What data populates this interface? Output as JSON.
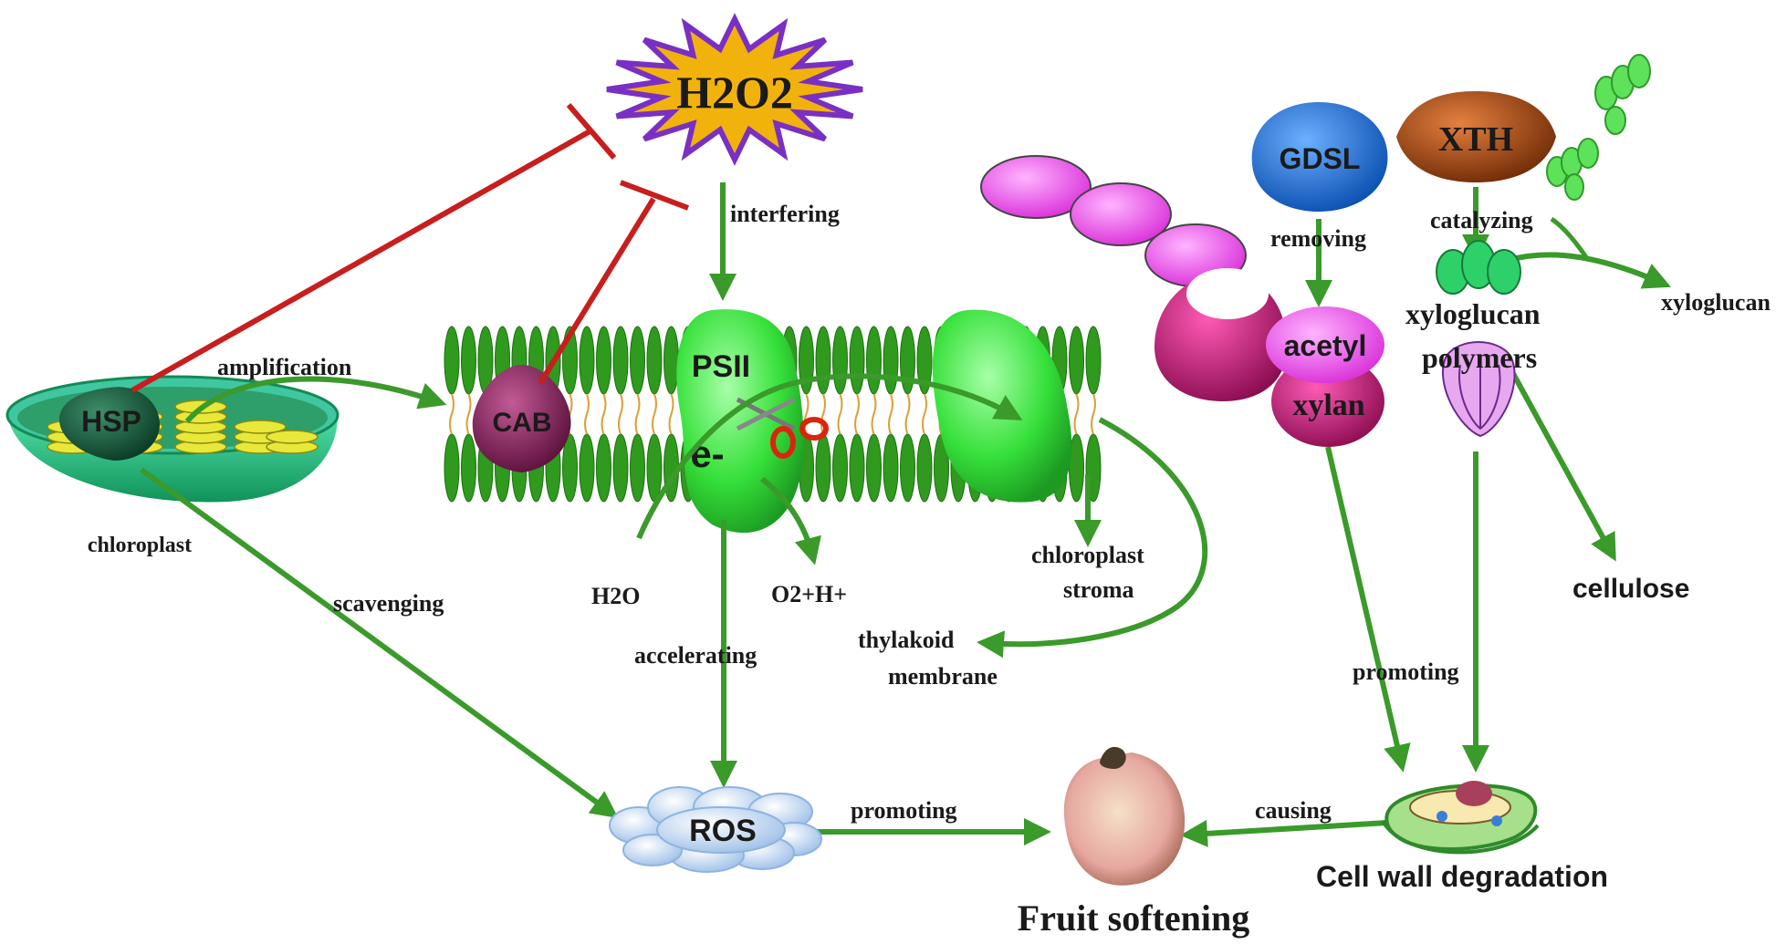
{
  "nodes": {
    "h2o2": "H2O2",
    "hsp": "HSP",
    "cab": "CAB",
    "psii": "PSII",
    "electron": "e-",
    "ros": "ROS",
    "gdsl": "GDSL",
    "xth": "XTH",
    "acetyl": "acetyl",
    "xylan": "xylan"
  },
  "labels": {
    "chloroplast": "chloroplast",
    "amplification": "amplification",
    "interfering": "interfering",
    "scavenging": "scavenging",
    "h2o": "H2O",
    "o2h": "O2+H+",
    "chloroplast_stroma_1": "chloroplast",
    "chloroplast_stroma_2": "stroma",
    "thylakoid_1": "thylakoid",
    "thylakoid_2": "membrane",
    "accelerating": "accelerating",
    "promoting_ros": "promoting",
    "removing": "removing",
    "catalyzing": "catalyzing",
    "xyloglucan_polymers_1": "xyloglucan",
    "xyloglucan_polymers_2": "polymers",
    "xyloglucan": "xyloglucan",
    "cellulose": "cellulose",
    "promoting_cw": "promoting",
    "causing": "causing",
    "cell_wall_degradation": "Cell wall degradation",
    "fruit_softening": "Fruit softening"
  },
  "colors": {
    "arrow_green": "#3a9a2a",
    "inhibit_red": "#c81e1e",
    "h2o2_fill": "#f2b20c",
    "h2o2_stroke": "#7a2fc4",
    "membrane_green": "#2f9a1e",
    "psii_green": "#36e03a",
    "cab_purple": "#8a1f5e",
    "hsp_green": "#0f5a3a",
    "ros_blue": "#b8d2f2",
    "gdsl_blue": "#1e74e0",
    "xth_brown": "#b04a12",
    "magenta": "#c81e86",
    "pink": "#ee55ee"
  }
}
